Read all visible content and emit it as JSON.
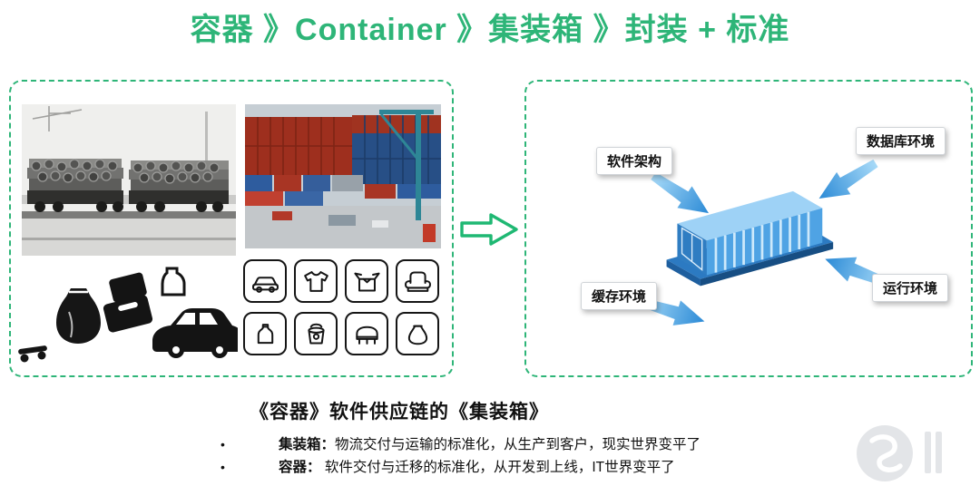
{
  "title": "容器 》Container 》集装箱 》封装 + 标准",
  "bullet_char": "•",
  "left_panel": {
    "photos": {
      "train": "train-with-logs-photo",
      "port": "container-port-photo"
    },
    "goods_icons": [
      "hand-truck",
      "sack",
      "boxes",
      "jug",
      "car"
    ],
    "icon_grid": [
      "car",
      "t-shirt",
      "open-box",
      "armchair",
      "jug",
      "paint-bucket",
      "piano",
      "sack"
    ]
  },
  "transform_arrow": "right-arrow",
  "right_panel": {
    "labels": [
      {
        "text": "软件架构"
      },
      {
        "text": "数据库环境"
      },
      {
        "text": "缓存环境"
      },
      {
        "text": "运行环境"
      }
    ],
    "center_icon": "shipping-container-isometric"
  },
  "caption": "《容器》软件供应链的《集装箱》",
  "bullets": [
    {
      "term": "集装箱：",
      "text": "物流交付与运输的标准化，从生产到客户，现实世界变平了"
    },
    {
      "term": "容器：",
      "text": " 软件交付与迁移的标准化，从开发到上线，IT世界变平了"
    }
  ],
  "colors": {
    "green": "#2eb578",
    "blue": "#3e93d9",
    "light_blue": "#9ed2f6"
  }
}
